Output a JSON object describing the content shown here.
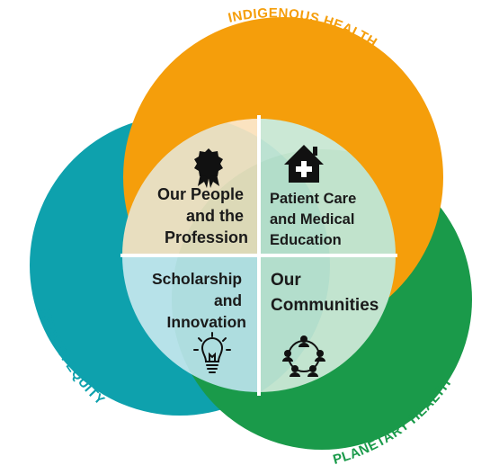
{
  "colors": {
    "indigenous": "#F59E0B",
    "equity": "#0EA1AD",
    "planetary": "#1A9A4A",
    "divider": "#ffffff",
    "text": "#1a1a1a"
  },
  "circles": {
    "indigenous_health": "INDIGENOUS HEALTH",
    "health_equity": "HEALTH EQUITY",
    "planetary_health": "PLANETARY HEALTH"
  },
  "quadrants": {
    "top_left": {
      "lines": [
        "Our People",
        "and the",
        "Profession"
      ],
      "icon": "award-ribbon-icon"
    },
    "top_right": {
      "lines": [
        "Patient Care",
        "and Medical",
        "Education"
      ],
      "icon": "hospital-house-icon"
    },
    "bottom_left": {
      "lines": [
        "Scholarship",
        "and",
        "Innovation"
      ],
      "icon": "lightbulb-icon"
    },
    "bottom_right": {
      "lines": [
        "Our",
        "Communities"
      ],
      "icon": "community-people-icon"
    }
  }
}
